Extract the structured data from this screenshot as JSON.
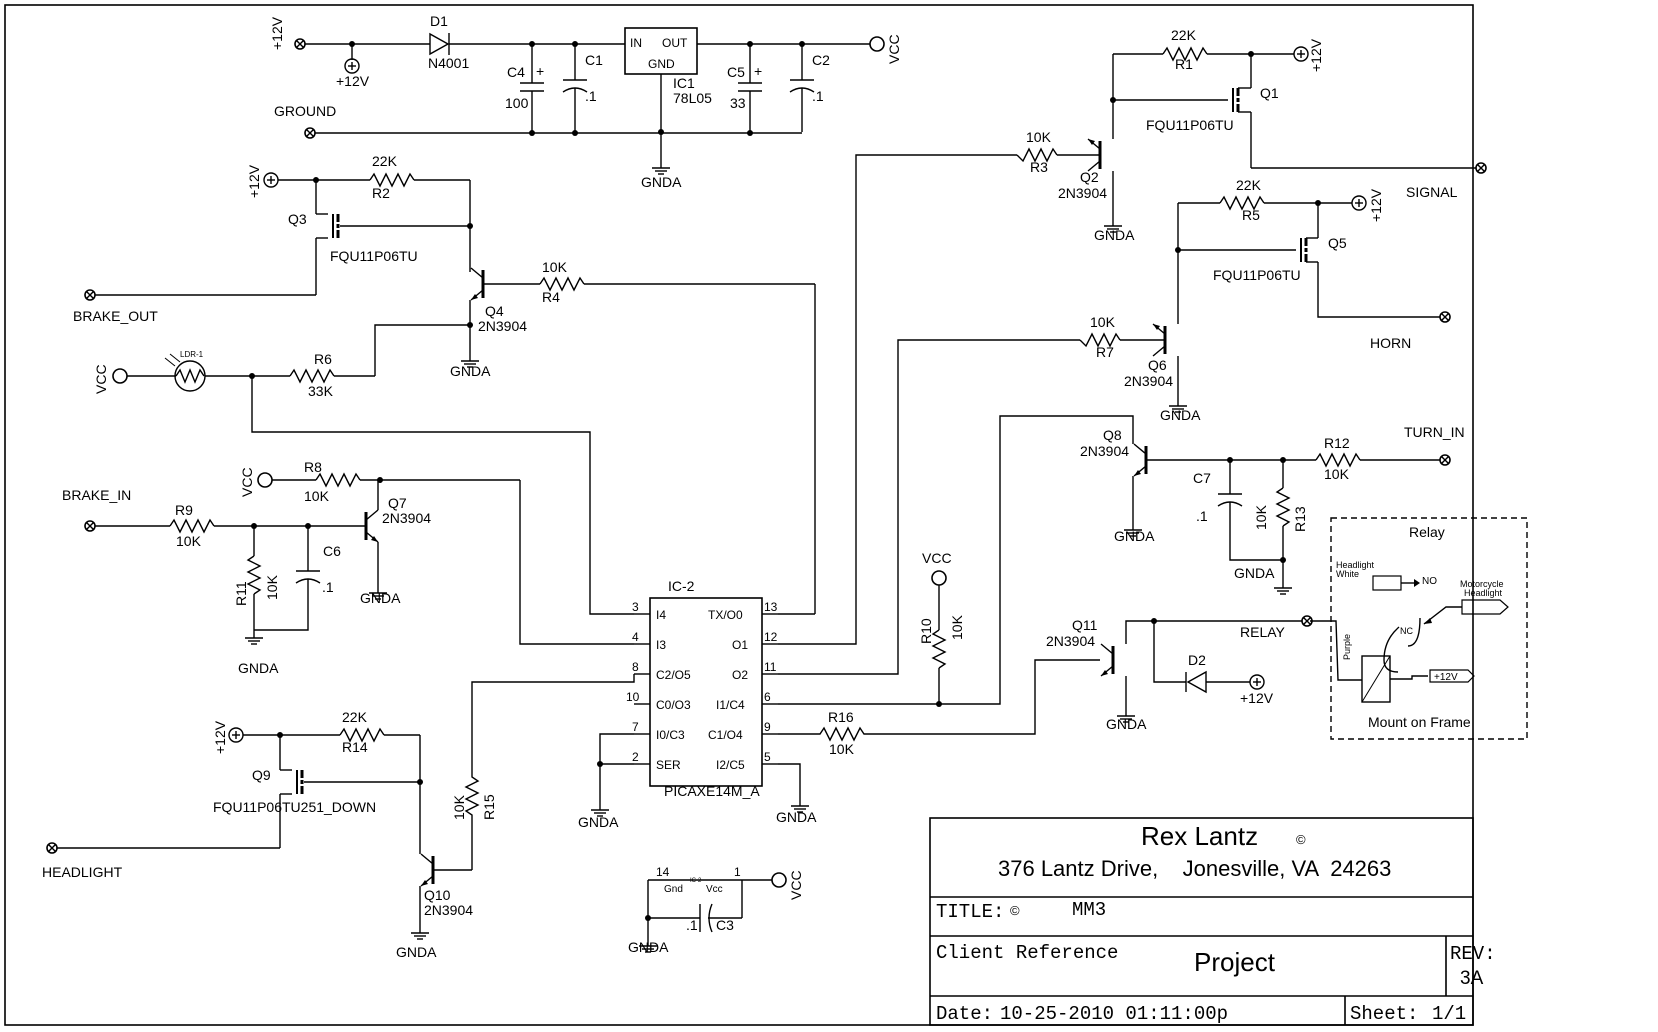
{
  "title_block": {
    "author": "Rex Lantz",
    "copyright_symbol": "©",
    "address": "376 Lantz Drive,    Jonesville, VA  24263",
    "title_label": "TITLE:",
    "title_copyright": "©",
    "title_value": "MM3",
    "client_label": "Client Reference",
    "project": "Project",
    "rev_label": "REV:",
    "rev_value": "3A",
    "date_label": "Date:",
    "date_value": "10-25-2010 01:11:00p",
    "sheet_label": "Sheet:",
    "sheet_value": "1/1"
  },
  "power": {
    "d1": "D1",
    "d1_part": "N4001",
    "ic1": "IC1",
    "ic1_part": "78L05",
    "ic1_in": "IN",
    "ic1_out": "OUT",
    "ic1_gnd": "GND",
    "c4": "C4",
    "c4_val": "100",
    "c1": "C1",
    "c1_val": ".1",
    "c5": "C5",
    "c5_val": "33",
    "c2": "C2",
    "c2_val": ".1",
    "plus12": "+12V",
    "vcc": "VCC",
    "ground": "GROUND",
    "gnda": "GNDA",
    "plus": "+"
  },
  "brake_out": {
    "r2": "R2",
    "r2_val": "22K",
    "q3": "Q3",
    "q3_part": "FQU11P06TU",
    "q4": "Q4",
    "q4_part": "2N3904",
    "r4": "R4",
    "r4_val": "10K",
    "label": "BRAKE_OUT",
    "ldr": "LDR-1",
    "r6": "R6",
    "r6_val": "33K"
  },
  "brake_in": {
    "label": "BRAKE_IN",
    "r8": "R8",
    "r8_val": "10K",
    "r9": "R9",
    "r9_val": "10K",
    "r11": "R11",
    "r11_val": "10K",
    "c6": "C6",
    "c6_val": ".1",
    "q7": "Q7",
    "q7_part": "2N3904"
  },
  "headlight": {
    "r14": "R14",
    "r14_val": "22K",
    "q9": "Q9",
    "q9_part": "FQU11P06TU251_DOWN",
    "label": "HEADLIGHT",
    "r15": "R15",
    "r15_val": "10K",
    "q10": "Q10",
    "q10_part": "2N3904"
  },
  "ic2": {
    "name": "IC-2",
    "part": "PICAXE14M_A",
    "left_pins": [
      {
        "num": "3",
        "name": "I4"
      },
      {
        "num": "4",
        "name": "I3"
      },
      {
        "num": "8",
        "name": "C2/O5"
      },
      {
        "num": "10",
        "name": "C0/O3"
      },
      {
        "num": "7",
        "name": "I0/C3"
      },
      {
        "num": "2",
        "name": "SER"
      }
    ],
    "right_pins": [
      {
        "num": "13",
        "name": "TX/O0"
      },
      {
        "num": "12",
        "name": "O1"
      },
      {
        "num": "11",
        "name": "O2"
      },
      {
        "num": "6",
        "name": "I1/C4"
      },
      {
        "num": "9",
        "name": "C1/O4"
      },
      {
        "num": "5",
        "name": "I2/C5"
      }
    ]
  },
  "decoupling": {
    "c3": "C3",
    "c3_val": ".1",
    "pin14": "14",
    "pin1": "1",
    "gnd": "Gnd",
    "vcc_small": "Vcc",
    "ic_small": "IC-2"
  },
  "signal": {
    "r1": "R1",
    "r1_val": "22K",
    "q1": "Q1",
    "q1_part": "FQU11P06TU",
    "r3": "R3",
    "r3_val": "10K",
    "q2": "Q2",
    "q2_part": "2N3904",
    "label": "SIGNAL"
  },
  "horn": {
    "r5": "R5",
    "r5_val": "22K",
    "q5": "Q5",
    "q5_part": "FQU11P06TU",
    "r7": "R7",
    "r7_val": "10K",
    "q6": "Q6",
    "q6_part": "2N3904",
    "label": "HORN"
  },
  "turn": {
    "q8": "Q8",
    "q8_part": "2N3904",
    "r12": "R12",
    "r12_val": "10K",
    "label": "TURN_IN",
    "c7": "C7",
    "c7_val": ".1",
    "r13": "R13",
    "r13_val": "10K"
  },
  "relay_ckt": {
    "r10": "R10",
    "r10_val": "10K",
    "q11": "Q11",
    "q11_part": "2N3904",
    "d2": "D2",
    "label": "RELAY",
    "r16": "R16",
    "r16_val": "10K"
  },
  "relay_box": {
    "title": "Relay",
    "headlight_white_1": "Headlight",
    "headlight_white_2": "White",
    "no": "NO",
    "nc": "NC",
    "moto_1": "Motorcycle",
    "moto_2": "Headlight",
    "purple": "Purple",
    "plus12": "+12V",
    "mount": "Mount on Frame"
  }
}
